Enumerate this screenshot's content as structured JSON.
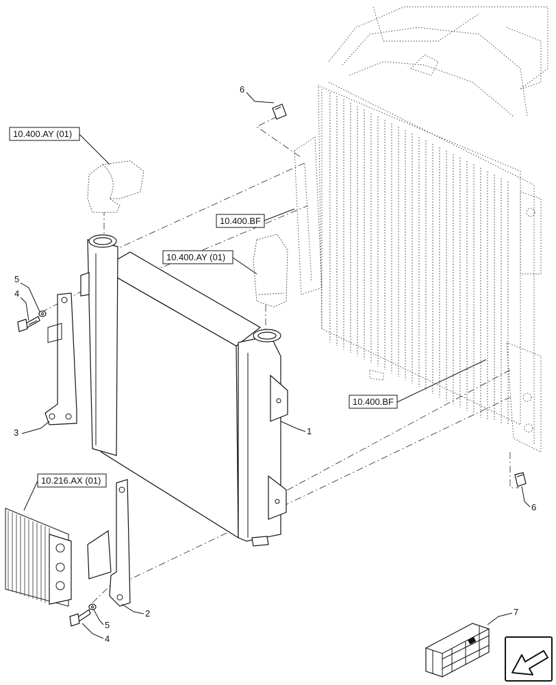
{
  "references": {
    "hose_upper": "10.400.AY (01)",
    "hose_lower": "10.400.AY (01)",
    "radiator_upper": "10.400.BF",
    "radiator_lower": "10.400.BF",
    "condenser": "10.216.AX (01)"
  },
  "callouts": {
    "c1": "1",
    "c2": "2",
    "c3": "3",
    "c4_left": "4",
    "c5_left": "5",
    "c4_bottom": "4",
    "c5_bottom": "5",
    "c6_top": "6",
    "c6_right": "6",
    "c7": "7"
  },
  "icons": {
    "kit": "parts-kit-crate-icon",
    "navigation": "previous-page-arrow-icon"
  },
  "colors": {
    "line": "#111111",
    "background": "#ffffff"
  }
}
